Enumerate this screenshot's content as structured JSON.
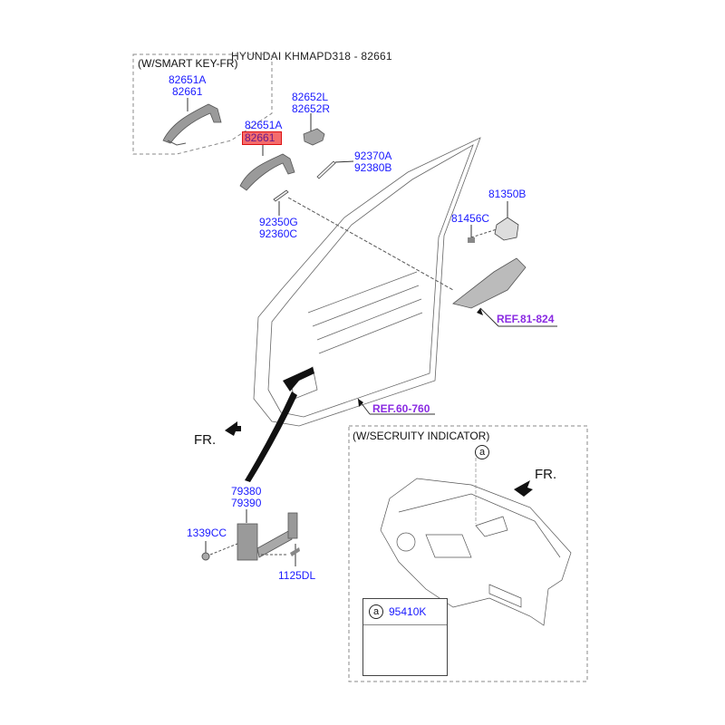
{
  "title": "HYUNDAI KHMAPD318 - 82661",
  "highlight_color": "#f46c6c",
  "part_number_color": "#1a1aff",
  "ref_color": "#8a2be2",
  "groups": {
    "smart_key": {
      "label": "(W/SMART KEY-FR)",
      "parts": [
        "82651A",
        "82661"
      ]
    },
    "security": {
      "label": "(W/SECRUITY INDICATOR)",
      "callout": "a"
    }
  },
  "callouts": {
    "handle_main": {
      "line1": "82651A",
      "line2": "82661",
      "highlighted": "82661"
    },
    "handle_cover": {
      "line1": "82652L",
      "line2": "82652R"
    },
    "pad_upper": {
      "line1": "92370A",
      "line2": "92380B"
    },
    "pad_lower": {
      "line1": "92350G",
      "line2": "92360C"
    },
    "striker": {
      "line1": "81350B"
    },
    "striker_bolt": {
      "line1": "81456C"
    },
    "checker": {
      "line1": "79380",
      "line2": "79390"
    },
    "nut": {
      "line1": "1339CC"
    },
    "bolt": {
      "line1": "1125DL"
    }
  },
  "refs": {
    "latch": "REF.81-824",
    "door": "REF.60-760"
  },
  "direction": {
    "fr_left": "FR.",
    "fr_right": "FR."
  },
  "legend": {
    "callout": "a",
    "part": "95410K"
  }
}
